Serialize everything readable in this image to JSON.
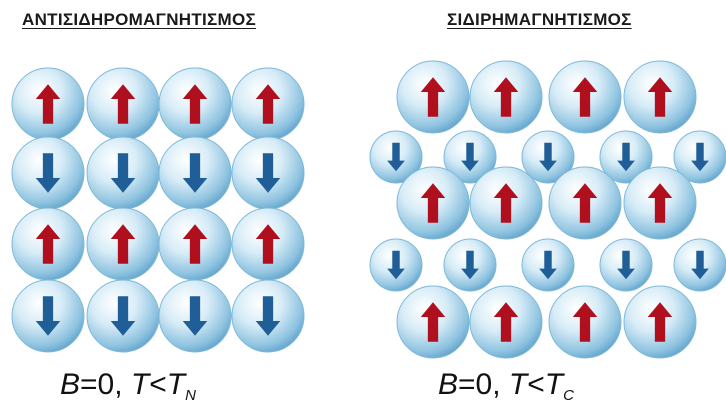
{
  "left_panel": {
    "title": "ΑΝΤΙΣΙΔΗΡΟΜΑΓΝΗΤΙΣΜΟΣ",
    "caption": {
      "field": "B",
      "value": "=0, ",
      "temp": "T",
      "lt": "<",
      "sub_symbol": "T",
      "subscript": "N"
    },
    "rows": [
      [
        "up",
        "up",
        "up",
        "up"
      ],
      [
        "down",
        "down",
        "down",
        "down"
      ],
      [
        "up",
        "up",
        "up",
        "up"
      ],
      [
        "down",
        "down",
        "down",
        "down"
      ]
    ]
  },
  "right_panel": {
    "title": "ΣΙΔΙΡΗΜΑΓΝΗΤΙΣΜΟΣ",
    "caption": {
      "field": "B",
      "value": "=0, ",
      "temp": "T",
      "lt": "<",
      "sub_symbol": "T",
      "subscript": "C"
    },
    "rows": [
      [
        "up",
        "up",
        "up",
        "up"
      ],
      [
        "down",
        "down",
        "down",
        "down",
        "down"
      ],
      [
        "up",
        "up",
        "up",
        "up"
      ],
      [
        "down",
        "down",
        "down",
        "down",
        "down"
      ],
      [
        "up",
        "up",
        "up",
        "up"
      ]
    ]
  },
  "colors": {
    "sphere_edge": "#7fb9d9",
    "sphere_mid": "#cfe7f4",
    "sphere_highlight": "#ffffff",
    "up_arrow": "#b0101e",
    "down_arrow": "#1f5e96"
  }
}
